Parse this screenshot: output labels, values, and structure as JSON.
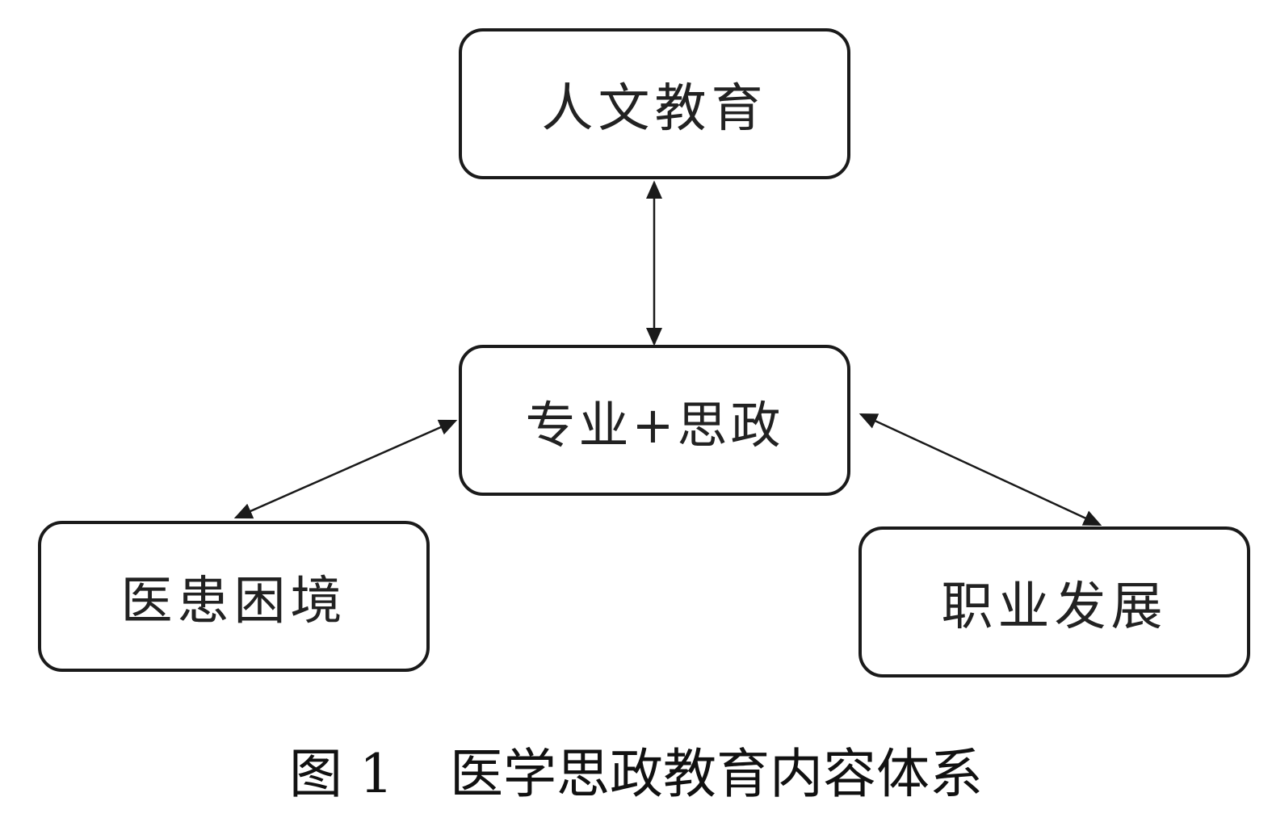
{
  "diagram": {
    "nodes": {
      "top": "人文教育",
      "center": "专业+思政",
      "left": "医患困境",
      "right": "职业发展"
    },
    "edges": [
      {
        "from": "center",
        "to": "top",
        "direction": "both"
      },
      {
        "from": "center",
        "to": "left",
        "direction": "both"
      },
      {
        "from": "center",
        "to": "right",
        "direction": "both"
      }
    ]
  },
  "caption": {
    "figure_label": "图 1",
    "title": "医学思政教育内容体系"
  },
  "colors": {
    "stroke": "#1a1a1a",
    "background": "#ffffff"
  }
}
